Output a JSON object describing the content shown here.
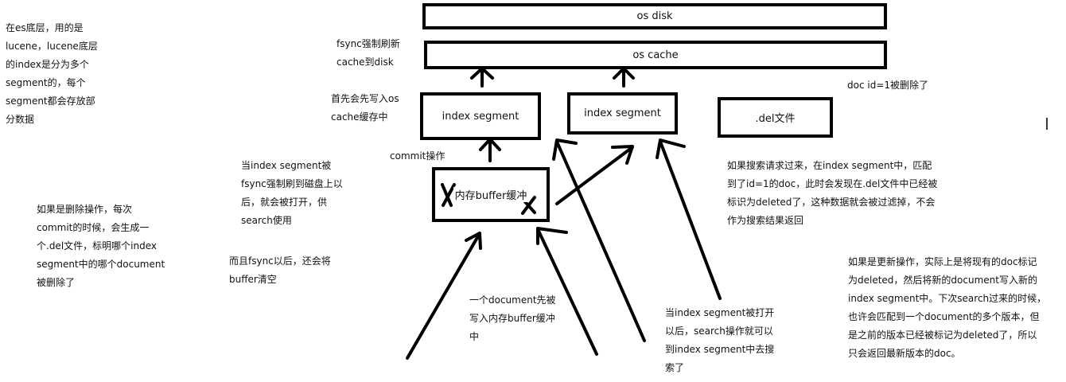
{
  "boxes": {
    "os_disk": "os disk",
    "os_cache": "os cache",
    "index_segment_1": "index segment",
    "index_segment_2": "index segment",
    "del_file": ".del文件",
    "buffer": "内存buffer缓冲"
  },
  "notes": {
    "es_lucene": [
      "在es底层，用的是",
      "lucene，lucene底层",
      "的index是分为多个",
      "segment的，每个",
      "segment都会存放部",
      "分数据"
    ],
    "fsync_cache": [
      "fsync强制刷新",
      "cache到disk"
    ],
    "write_os_cache": [
      "首先会先写入os",
      "cache缓存中"
    ],
    "commit": [
      "commit操作"
    ],
    "segment_opened": [
      "当index segment被",
      "fsync强制刷到磁盘上以",
      "后，就会被打开，供",
      "search使用"
    ],
    "delete_op": [
      "如果是删除操作，每次",
      "commit的时候，会生成一",
      "个.del文件，标明哪个index",
      "segment中的哪个document",
      "被删除了"
    ],
    "buffer_clear": [
      "而且fsync以后，还会将",
      "buffer清空"
    ],
    "doc_to_buffer": [
      "一个document先被",
      "写入内存buffer缓冲",
      "中"
    ],
    "search_segment": [
      "当index segment被打开",
      "以后，search操作就可以",
      "到index segment中去搜",
      "索了"
    ],
    "doc_deleted": [
      "doc id=1被删除了"
    ],
    "search_filter": [
      "如果搜索请求过来，在index segment中，匹配",
      "到了id=1的doc，此时会发现在.del文件中已经被",
      "标识为deleted了，这种数据就会被过滤掉，不会",
      "作为搜索结果返回"
    ],
    "update_op": [
      "如果是更新操作，实际上是将现有的doc标记",
      "为deleted，然后将新的document写入新的",
      "index segment中。下次search过来的时候，",
      "也许会匹配到一个document的多个版本，但",
      "是之前的版本已经被标记为deleted了，所以",
      "只会返回最新版本的doc。"
    ]
  },
  "marks": {
    "x1": "X",
    "x2": "X"
  },
  "cursor": "I"
}
